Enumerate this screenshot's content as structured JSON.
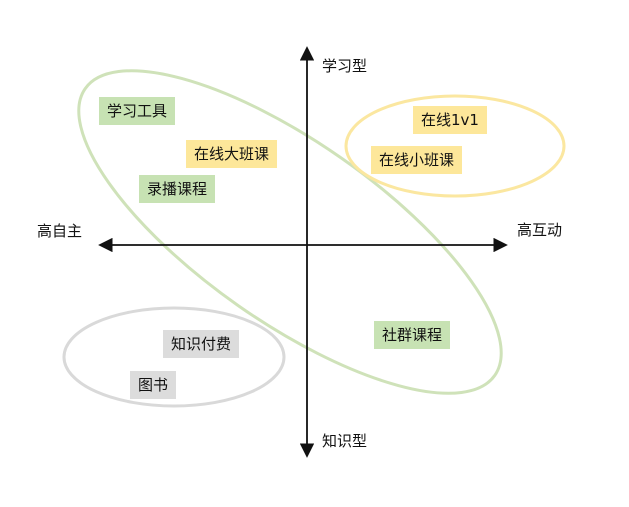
{
  "axes": {
    "top": "学习型",
    "bottom": "知识型",
    "left": "高自主",
    "right": "高互动"
  },
  "colors": {
    "green_group": "#c7e2b3",
    "green_outline": "#cfe2b9",
    "yellow_group": "#fde79a",
    "yellow_outline": "#fbe7a0",
    "gray_group": "#dcdcdc",
    "gray_outline": "#d9d9d9",
    "axis": "#111111"
  },
  "groups": {
    "green": {
      "items": [
        "学习工具",
        "录播课程",
        "社群课程"
      ]
    },
    "yellow": {
      "items": [
        "在线大班课",
        "在线1v1",
        "在线小班课"
      ]
    },
    "gray": {
      "items": [
        "知识付费",
        "图书"
      ]
    }
  }
}
